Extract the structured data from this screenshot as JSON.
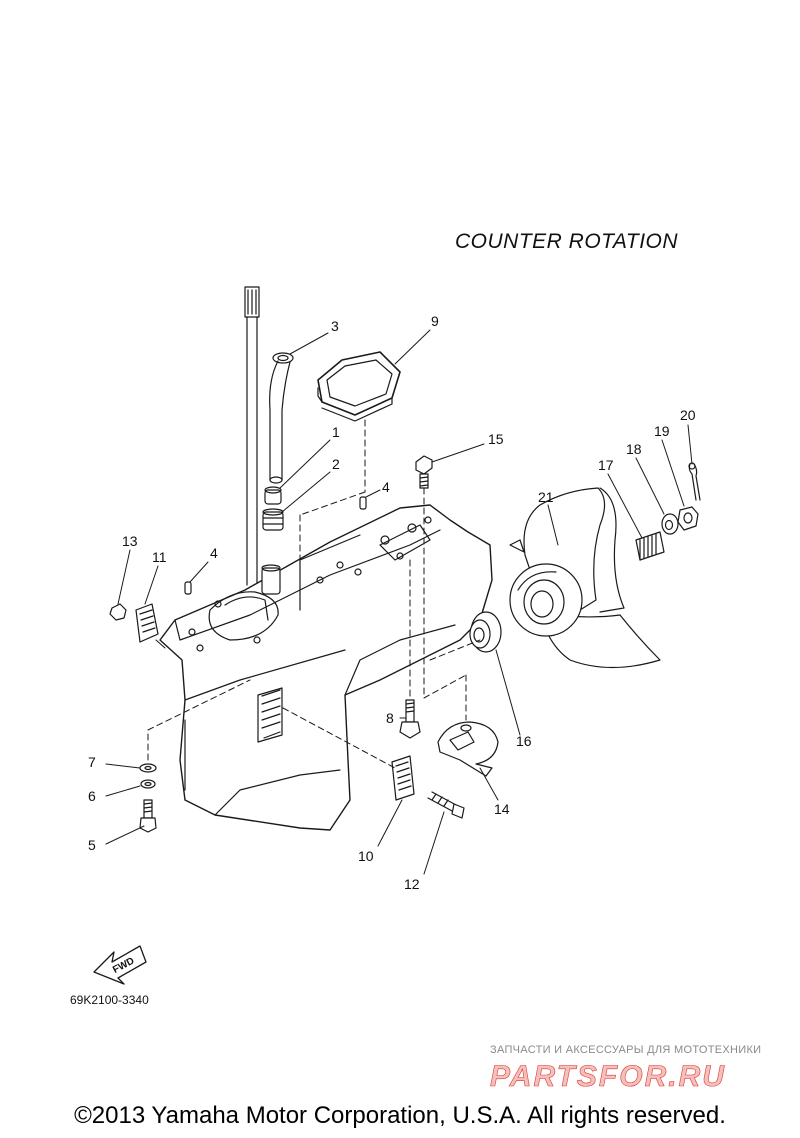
{
  "diagram_title": "COUNTER  ROTATION",
  "part_code": "69K2100-3340",
  "fwd_label": "FWD",
  "watermark": {
    "tagline": "ЗАПЧАСТИ И АКСЕССУАРЫ ДЛЯ МОТОТЕХНИКИ",
    "brand": "PARTSFOR.RU"
  },
  "copyright": "©2013 Yamaha Motor Corporation, U.S.A. All rights reserved.",
  "callouts": {
    "c1": "1",
    "c2": "2",
    "c3": "3",
    "c4a": "4",
    "c4b": "4",
    "c5": "5",
    "c6": "6",
    "c7": "7",
    "c8": "8",
    "c9": "9",
    "c10": "10",
    "c11": "11",
    "c12": "12",
    "c13": "13",
    "c14": "14",
    "c15": "15",
    "c16": "16",
    "c17": "17",
    "c18": "18",
    "c19": "19",
    "c20": "20",
    "c21": "21"
  },
  "colors": {
    "line": "#1a1a1a",
    "watermark_red": "#e0372d",
    "watermark_gray": "#8a8a8a"
  }
}
